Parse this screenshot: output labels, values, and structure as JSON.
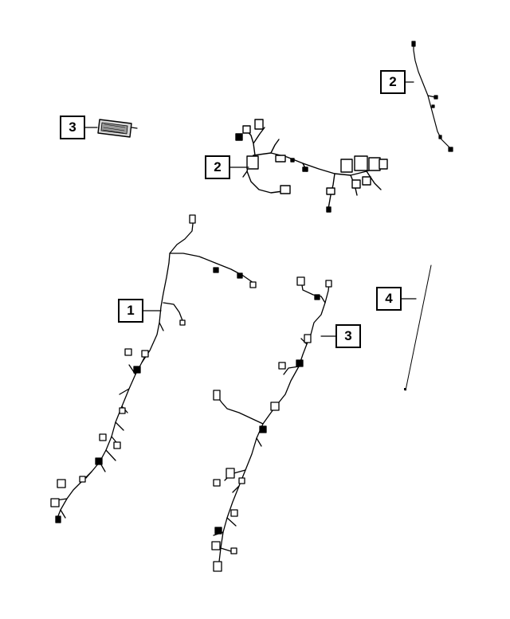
{
  "callouts": [
    {
      "id": "c2-sensor",
      "label": "2"
    },
    {
      "id": "c3-module",
      "label": "3"
    },
    {
      "id": "c2-dash",
      "label": "2"
    },
    {
      "id": "c1-body",
      "label": "1"
    },
    {
      "id": "c4-wire",
      "label": "4"
    },
    {
      "id": "c3-floor",
      "label": "3"
    }
  ],
  "colors": {
    "line": "#000000",
    "background": "#ffffff"
  }
}
